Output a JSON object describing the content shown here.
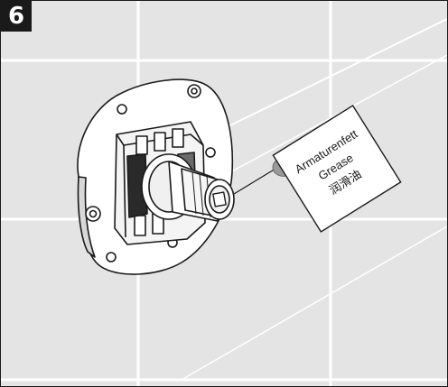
{
  "step": {
    "number": "6"
  },
  "grease_tag": {
    "line1": "Armaturenfett",
    "line2": "Grease",
    "line3": "润滑油"
  },
  "colors": {
    "wall_tile": "#e4e4e4",
    "grout": "#ffffff",
    "ink": "#1a1a1a",
    "grease_blob": "#9a9a9a",
    "badge_bg": "#1a1a1a",
    "badge_text": "#ffffff"
  }
}
